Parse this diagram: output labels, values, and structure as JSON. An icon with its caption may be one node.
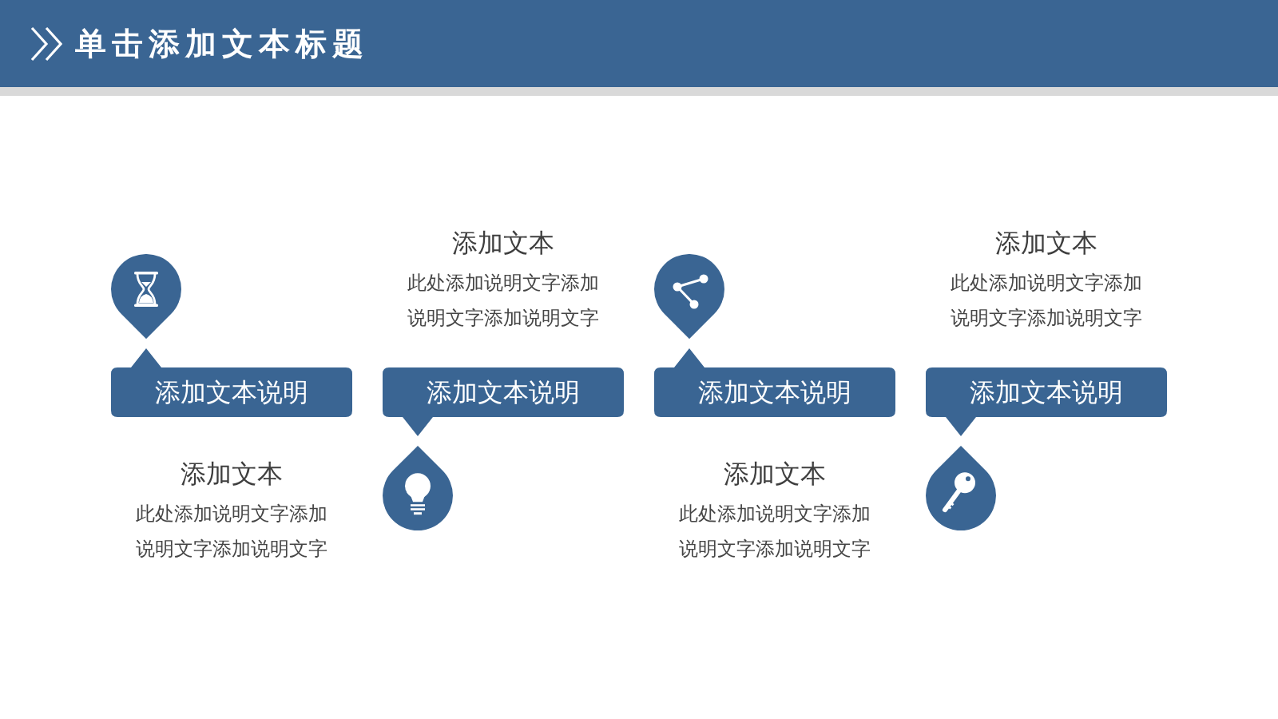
{
  "diagram": {
    "title": "单击添加文本标题",
    "nodes": [
      {
        "text": [
          "添加文本说明"
        ],
        "beside": [
          "添加文本",
          "此处添加说明文字添加说明文字添加说明文字"
        ]
      },
      {
        "text": [
          "添加文本说明"
        ],
        "beside": [
          "添加文本",
          "此处添加说明文字添加说明文字添加说明文字"
        ]
      },
      {
        "text": [
          "添加文本说明"
        ],
        "beside": [
          "添加文本",
          "此处添加说明文字添加说明文字添加说明文字"
        ]
      },
      {
        "text": [
          "添加文本说明"
        ],
        "beside": [
          "添加文本",
          "此处添加说明文字添加说明文字添加说明文字"
        ]
      }
    ]
  }
}
